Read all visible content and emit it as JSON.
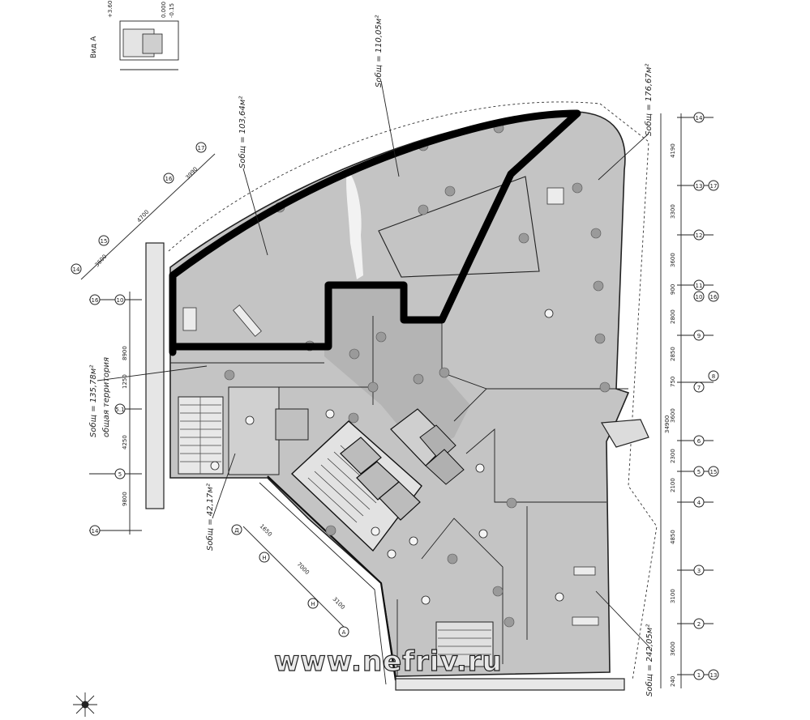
{
  "inset": {
    "label": "Вид А",
    "levels": [
      "+3.60",
      "0.000",
      "-0.15"
    ]
  },
  "areas": {
    "a110": "Sобщ = 110,05м²",
    "a103": "Sобщ = 103,64м²",
    "a176": "Sобщ = 176,67м²",
    "a135": "Sобщ = 135,78м²",
    "a135_sub": "общая территория",
    "a42": "Sобщ = 42,17м²",
    "a242": "Sобщ = 242,05м²"
  },
  "right_axis": {
    "labels": [
      "14",
      "13",
      "17",
      "12",
      "11",
      "10",
      "16",
      "9",
      "8",
      "7",
      "6",
      "5",
      "15",
      "4",
      "3",
      "2",
      "1",
      "13"
    ],
    "dims": [
      "4190",
      "3300",
      "3600",
      "900",
      "2800",
      "2850",
      "750",
      "3600",
      "2300",
      "2100",
      "4850",
      "3100",
      "3600",
      "240",
      "34900"
    ]
  },
  "left_axis": {
    "labels": [
      "16",
      "10",
      "5.1",
      "5",
      "14"
    ],
    "dims": [
      "8900",
      "1250",
      "4250",
      "9800"
    ]
  },
  "diag_axis": {
    "labels": [
      "17",
      "16",
      "15",
      "14"
    ],
    "dims": [
      "3990",
      "4700",
      "3600"
    ]
  },
  "bottom_axis": {
    "labels": [
      "Д",
      "Н",
      "Н",
      "А"
    ],
    "dims": [
      "1650",
      "7000",
      "3100"
    ]
  },
  "watermark": "www.nefriv.ru"
}
